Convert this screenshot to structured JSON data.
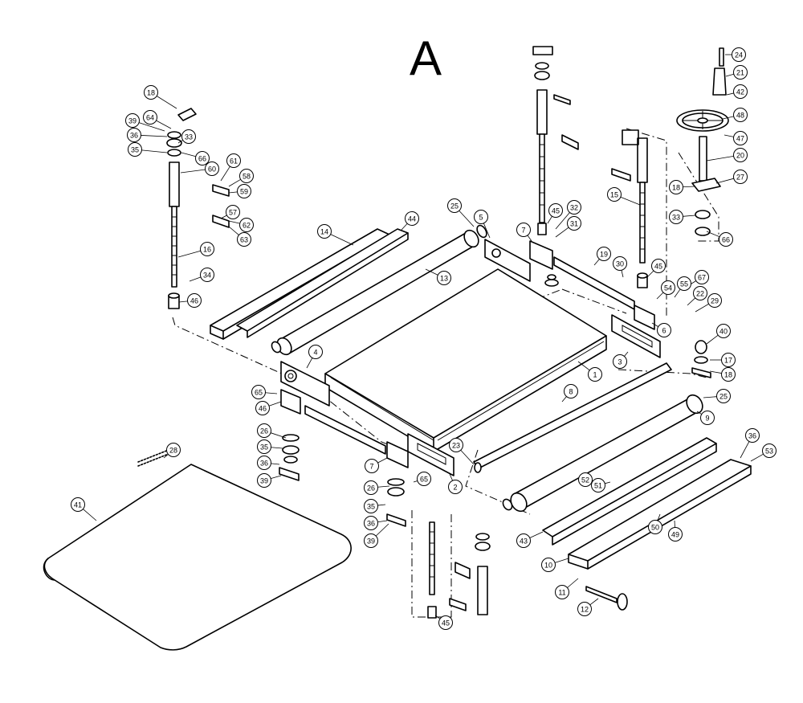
{
  "diagram": {
    "letter": "A",
    "callouts": [
      {
        "id": "c18a",
        "label": "18"
      },
      {
        "id": "c64",
        "label": "64"
      },
      {
        "id": "c39a",
        "label": "39"
      },
      {
        "id": "c36a",
        "label": "36"
      },
      {
        "id": "c33a",
        "label": "33"
      },
      {
        "id": "c35a",
        "label": "35"
      },
      {
        "id": "c66a",
        "label": "66"
      },
      {
        "id": "c60",
        "label": "60"
      },
      {
        "id": "c61",
        "label": "61"
      },
      {
        "id": "c58",
        "label": "58"
      },
      {
        "id": "c59",
        "label": "59"
      },
      {
        "id": "c57",
        "label": "57"
      },
      {
        "id": "c62",
        "label": "62"
      },
      {
        "id": "c63",
        "label": "63"
      },
      {
        "id": "c16",
        "label": "16"
      },
      {
        "id": "c34",
        "label": "34"
      },
      {
        "id": "c46a",
        "label": "46"
      },
      {
        "id": "c14",
        "label": "14"
      },
      {
        "id": "c44",
        "label": "44"
      },
      {
        "id": "c25a",
        "label": "25"
      },
      {
        "id": "c13",
        "label": "13"
      },
      {
        "id": "c5",
        "label": "5"
      },
      {
        "id": "c7a",
        "label": "7"
      },
      {
        "id": "c45a",
        "label": "45"
      },
      {
        "id": "c32",
        "label": "32"
      },
      {
        "id": "c31",
        "label": "31"
      },
      {
        "id": "c24",
        "label": "24"
      },
      {
        "id": "c21",
        "label": "21"
      },
      {
        "id": "c42",
        "label": "42"
      },
      {
        "id": "c48",
        "label": "48"
      },
      {
        "id": "c47",
        "label": "47"
      },
      {
        "id": "c20",
        "label": "20"
      },
      {
        "id": "c27",
        "label": "27"
      },
      {
        "id": "c18b",
        "label": "18"
      },
      {
        "id": "c33b",
        "label": "33"
      },
      {
        "id": "c66b",
        "label": "66"
      },
      {
        "id": "c15",
        "label": "15"
      },
      {
        "id": "c19",
        "label": "19"
      },
      {
        "id": "c30",
        "label": "30"
      },
      {
        "id": "c45b",
        "label": "45"
      },
      {
        "id": "c67",
        "label": "67"
      },
      {
        "id": "c54",
        "label": "54"
      },
      {
        "id": "c55",
        "label": "55"
      },
      {
        "id": "c22",
        "label": "22"
      },
      {
        "id": "c29",
        "label": "29"
      },
      {
        "id": "c6",
        "label": "6"
      },
      {
        "id": "c3",
        "label": "3"
      },
      {
        "id": "c40",
        "label": "40"
      },
      {
        "id": "c17",
        "label": "17"
      },
      {
        "id": "c18c",
        "label": "18"
      },
      {
        "id": "c4",
        "label": "4"
      },
      {
        "id": "c1",
        "label": "1"
      },
      {
        "id": "c8",
        "label": "8"
      },
      {
        "id": "c25b",
        "label": "25"
      },
      {
        "id": "c9",
        "label": "9"
      },
      {
        "id": "c65a",
        "label": "65"
      },
      {
        "id": "c46b",
        "label": "46"
      },
      {
        "id": "c26a",
        "label": "26"
      },
      {
        "id": "c35b",
        "label": "35"
      },
      {
        "id": "c36b",
        "label": "36"
      },
      {
        "id": "c39b",
        "label": "39"
      },
      {
        "id": "c28",
        "label": "28"
      },
      {
        "id": "c41",
        "label": "41"
      },
      {
        "id": "c7b",
        "label": "7"
      },
      {
        "id": "c23",
        "label": "23"
      },
      {
        "id": "c2",
        "label": "2"
      },
      {
        "id": "c65b",
        "label": "65"
      },
      {
        "id": "c26b",
        "label": "26"
      },
      {
        "id": "c35c",
        "label": "35"
      },
      {
        "id": "c36c",
        "label": "36"
      },
      {
        "id": "c39c",
        "label": "39"
      },
      {
        "id": "c36d",
        "label": "36"
      },
      {
        "id": "c53",
        "label": "53"
      },
      {
        "id": "c52",
        "label": "52"
      },
      {
        "id": "c51",
        "label": "51"
      },
      {
        "id": "c50",
        "label": "50"
      },
      {
        "id": "c49",
        "label": "49"
      },
      {
        "id": "c43",
        "label": "43"
      },
      {
        "id": "c10",
        "label": "10"
      },
      {
        "id": "c11",
        "label": "11"
      },
      {
        "id": "c12",
        "label": "12"
      },
      {
        "id": "c45c",
        "label": "45"
      }
    ]
  }
}
